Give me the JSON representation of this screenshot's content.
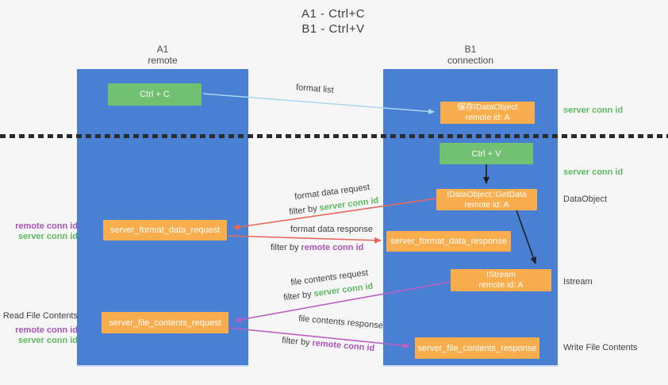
{
  "title": {
    "line1": "A1 - Ctrl+C",
    "line2": "B1 - Ctrl+V"
  },
  "lifelines": {
    "a": {
      "id": "A1",
      "role": "remote"
    },
    "b": {
      "id": "B1",
      "role": "connection"
    }
  },
  "nodes": {
    "ctrl_c": "Ctrl + C",
    "ctrl_v": "Ctrl + V",
    "save_dataobject": {
      "line1": "保存IDataObject",
      "line2": "remote id: A"
    },
    "getdata": {
      "line1": "IDataObject::GetData",
      "line2": "remote id: A"
    },
    "istream": {
      "line1": "IStream",
      "line2": "remote id: A"
    },
    "format_request": "server_format_data_request",
    "format_response": "server_format_data_response",
    "file_request": "server_file_contents_request",
    "file_response": "server_file_contents_response"
  },
  "arrow_labels": {
    "format_list": "format list",
    "format_data_request": "format data request",
    "format_data_response": "format data response",
    "file_contents_request": "file contents request",
    "file_contents_response": "file contents response",
    "filter_by": "filter by"
  },
  "side_labels": {
    "server_conn_id": "server conn id",
    "remote_conn_id": "remote conn id",
    "dataobject": "DataObject",
    "istream": "Istream",
    "read_file_contents": "Read File Contents",
    "write_file_contents": "Write File Contents"
  },
  "colors": {
    "lifeline_blue": "#4a80d3",
    "node_green": "#72c072",
    "node_orange": "#f9ad4c",
    "arrow_light_blue": "#a9d7f2",
    "arrow_red": "#e8695a",
    "arrow_magenta": "#bb5fc4",
    "arrow_black": "#1f1f1f",
    "text_green": "#5cba60",
    "text_purple": "#a855b5",
    "background": "#f6f6f7"
  }
}
